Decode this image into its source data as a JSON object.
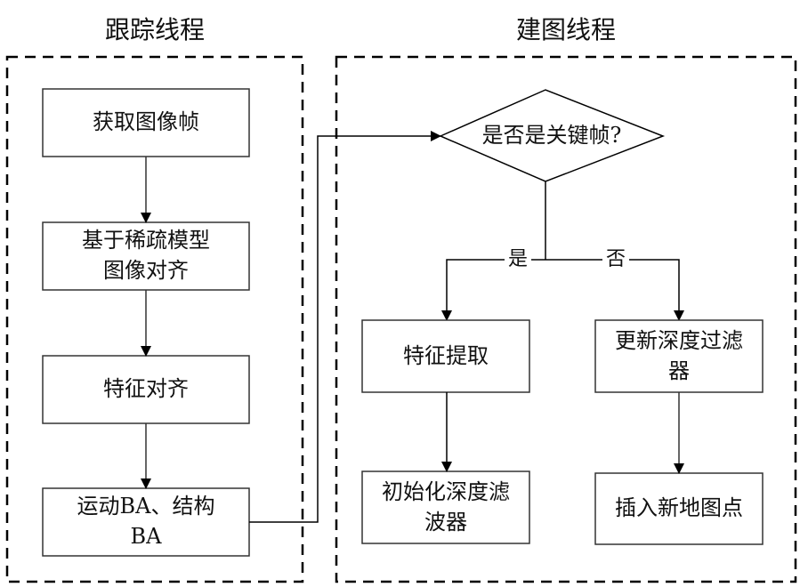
{
  "groups": {
    "tracking": {
      "title": "跟踪线程"
    },
    "mapping": {
      "title": "建图线程"
    }
  },
  "nodes": {
    "acquire": "获取图像帧",
    "align_sparse": "基于稀疏模型\n图像对齐",
    "feature_align": "特征对齐",
    "ba": "运动BA、结构\nBA",
    "keyframe_decision": "是否是关键帧?",
    "feature_extract": "特征提取",
    "update_filter": "更新深度过滤\n器",
    "init_filter": "初始化深度滤\n波器",
    "insert_points": "插入新地图点"
  },
  "edges": {
    "yes_label": "是",
    "no_label": "否"
  },
  "colors": {
    "line": "#000000",
    "box_border": "#333333"
  }
}
